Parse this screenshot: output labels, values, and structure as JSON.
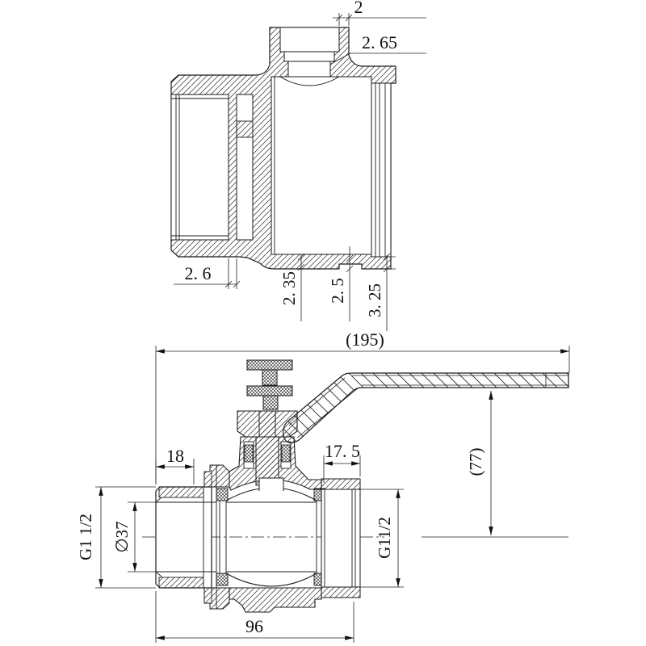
{
  "drawing": {
    "colors": {
      "line": "#1a1a1a",
      "dimension_line": "#222222",
      "background": "#ffffff"
    },
    "top_view": {
      "description": "valve body section view",
      "dim_neck_wall": "2",
      "dim_neck_shoulder": "2. 65",
      "dim_left_wall": "2. 6",
      "dim_bottom_wall_a": "2. 35",
      "dim_bottom_wall_b": "2. 5",
      "dim_outlet_wall": "3. 25"
    },
    "front_view": {
      "description": "ball valve assembly section view with handle",
      "dim_overall_length": "(195)",
      "dim_handle_height": "(77)",
      "dim_left_thread_length": "18",
      "dim_right_thread_length": "17. 5",
      "dim_bore_diameter": "∅37",
      "dim_left_thread": "G1 1/2",
      "dim_right_thread": "G11/2",
      "dim_body_length": "96"
    }
  }
}
